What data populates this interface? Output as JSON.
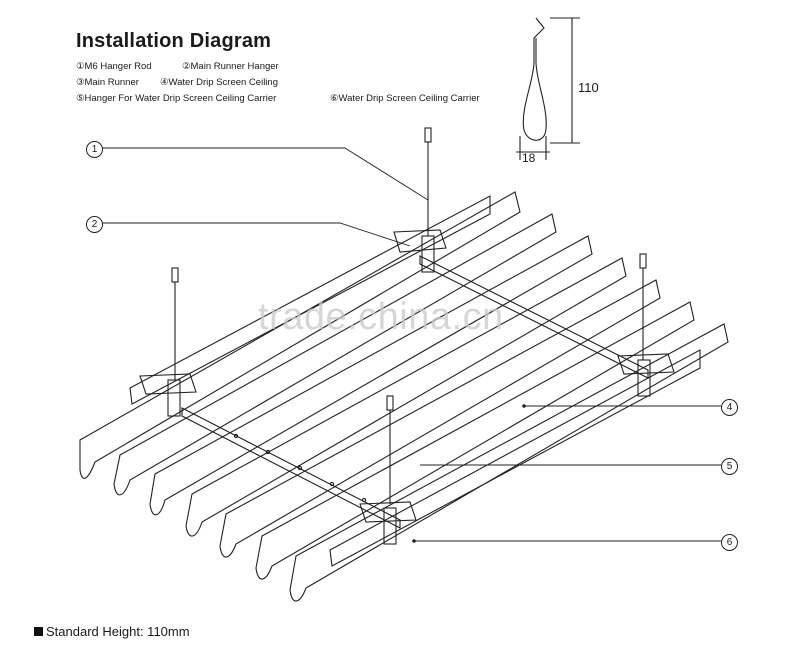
{
  "title": "Installation Diagram",
  "legend": {
    "item1": "①M6 Hanger Rod",
    "item2": "②Main Runner Hanger",
    "item3": "③Main Runner",
    "item4": "④Water Drip Screen Ceiling",
    "item5": "⑤Hanger For Water Drip Screen Ceiling Carrier",
    "item6": "⑥Water Drip Screen Ceiling Carrier"
  },
  "profile": {
    "height": "110",
    "width": "18"
  },
  "callouts": {
    "c1": "1",
    "c2": "2",
    "c4": "4",
    "c5": "5",
    "c6": "6"
  },
  "watermark": "trade.china.cn",
  "footer": "Standard Height: 110mm",
  "colors": {
    "line": "#222222",
    "watermark": "#c8c8c8"
  }
}
